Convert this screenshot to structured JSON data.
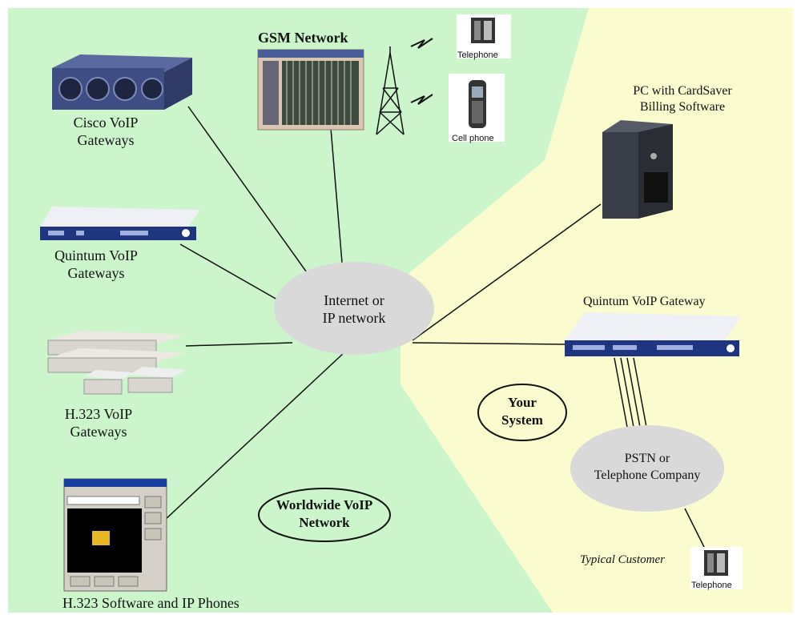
{
  "diagram": {
    "colors": {
      "worldwide_region": "#ccf5cc",
      "your_system_region": "#fbfbd0",
      "cloud": "#d9d9d9",
      "line": "#111111"
    },
    "nodes": {
      "gsm_network": "GSM Network",
      "cisco": {
        "line1": "Cisco VoIP",
        "line2": "Gateways"
      },
      "quintum_left": {
        "line1": "Quintum VoIP",
        "line2": "Gateways"
      },
      "h323_gateways": {
        "line1": "H.323 VoIP",
        "line2": "Gateways"
      },
      "h323_software": "H.323 Software and IP Phones",
      "internet": {
        "line1": "Internet or",
        "line2": "IP network"
      },
      "pc": {
        "line1": "PC with CardSaver",
        "line2": "Billing Software"
      },
      "quintum_gateway": "Quintum VoIP Gateway",
      "your_system": {
        "line1": "Your",
        "line2": "System"
      },
      "worldwide": {
        "line1": "Worldwide VoIP",
        "line2": "Network"
      },
      "pstn": {
        "line1": "PSTN or",
        "line2": "Telephone Company"
      },
      "typical_customer": "Typical Customer",
      "telephone_gsm": "Telephone",
      "cell_phone": "Cell phone",
      "telephone_customer": "Telephone"
    },
    "icons": [
      "cisco-gateway-icon",
      "gsm-rack-icon",
      "antenna-tower-icon",
      "telephone-icon",
      "cell-phone-icon",
      "quintum-gateway-icon",
      "h323-gateway-icon",
      "software-window-icon",
      "pc-tower-icon"
    ]
  }
}
